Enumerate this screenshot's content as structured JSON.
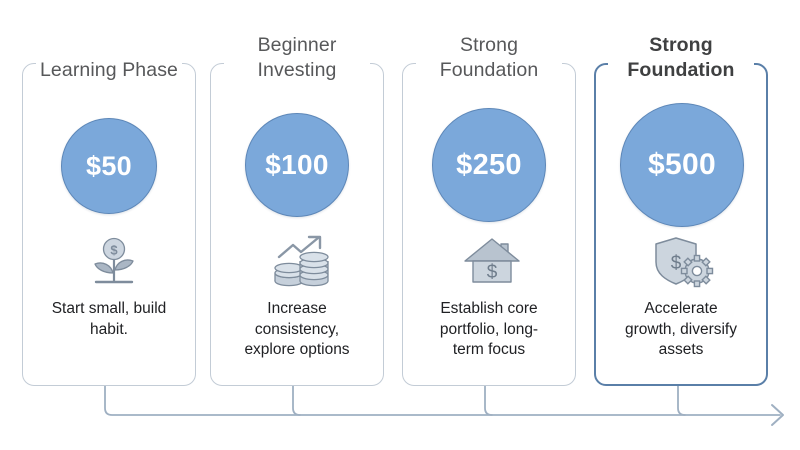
{
  "diagram": {
    "type": "progression-steps",
    "background": "#ffffff",
    "accent_circle": "#7ba8da",
    "accent_circle_border": "#5d87b8",
    "card_border": "#c3ccd6",
    "highlight_border": "#5a7fa8",
    "icon_color": "#8a97a6",
    "connector_color": "#9fb0c2",
    "steps": [
      {
        "title": "Learning Phase",
        "amount": "$50",
        "icon": "seedling-coin-icon",
        "description": "Start small, build\nhabit.",
        "highlighted": false
      },
      {
        "title": "Beginner\nInvesting",
        "amount": "$100",
        "icon": "coin-stacks-growth-icon",
        "description": "Increase\nconsistency,\nexplore options",
        "highlighted": false
      },
      {
        "title": "Strong\nFoundation",
        "amount": "$250",
        "icon": "house-dollar-icon",
        "description": "Establish core\nportfolio, long-\nterm focus",
        "highlighted": false
      },
      {
        "title": "Strong\nFoundation",
        "amount": "$500",
        "icon": "shield-gear-dollar-icon",
        "description": "Accelerate\ngrowth, diversify\nassets",
        "highlighted": true
      }
    ],
    "flow_arrow": {
      "name": "progression-arrow",
      "direction": "left-to-right"
    }
  }
}
